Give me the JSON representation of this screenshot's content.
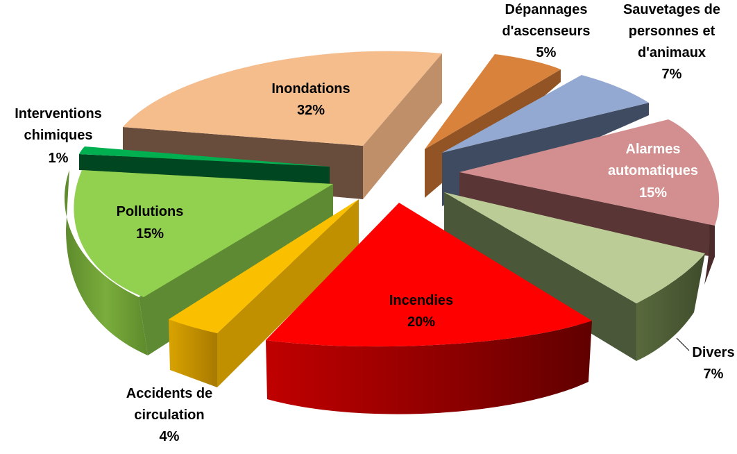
{
  "chart_data": {
    "type": "pie",
    "title": "",
    "slices": [
      {
        "label": [
          "Dépannages",
          "d'ascenseurs"
        ],
        "pct": "5%",
        "value": 5,
        "color": "#d9823c",
        "label_color": "#000000"
      },
      {
        "label": [
          "Sauvetages de",
          "personnes et",
          "d'animaux"
        ],
        "pct": "7%",
        "value": 7,
        "color": "#93a9d1",
        "label_color": "#000000"
      },
      {
        "label": [
          "Alarmes",
          "automatiques"
        ],
        "pct": "15%",
        "value": 15,
        "color": "#d38f8f",
        "label_color": "#ffffff"
      },
      {
        "label": [
          "Divers"
        ],
        "pct": "7%",
        "value": 7,
        "color": "#bccc97",
        "label_color": "#000000"
      },
      {
        "label": [
          "Incendies"
        ],
        "pct": "20%",
        "value": 20,
        "color": "#ff0000",
        "label_color": "#000000"
      },
      {
        "label": [
          "Accidents de",
          "circulation"
        ],
        "pct": "4%",
        "value": 4,
        "color": "#fac000",
        "label_color": "#000000"
      },
      {
        "label": [
          "Pollutions"
        ],
        "pct": "15%",
        "value": 15,
        "color": "#92d050",
        "label_color": "#000000"
      },
      {
        "label": [
          "Interventions",
          "chimiques"
        ],
        "pct": "1%",
        "value": 1,
        "color": "#00b050",
        "label_color": "#000000"
      },
      {
        "label": [
          "Inondations"
        ],
        "pct": "32%",
        "value": 32,
        "color": "#f5bc8c",
        "label_color": "#000000"
      }
    ]
  }
}
